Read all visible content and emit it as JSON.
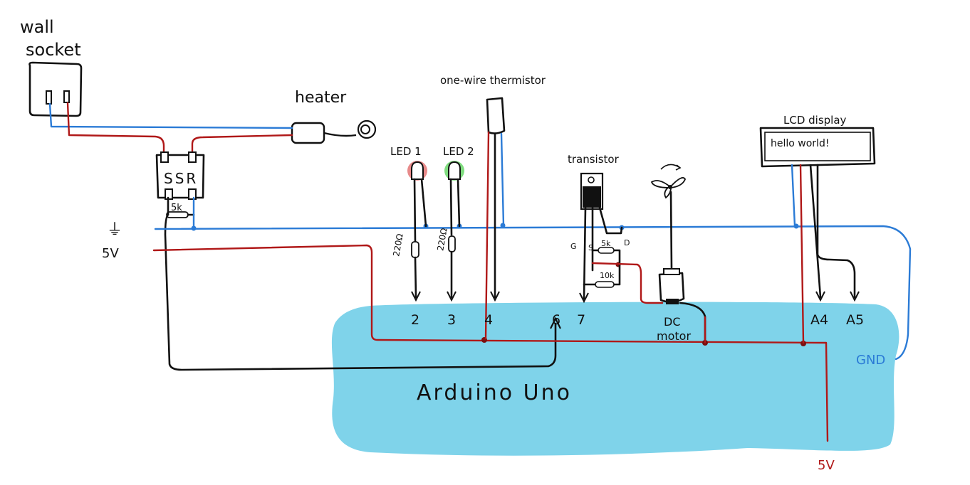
{
  "colors": {
    "board": "#7fd3ea",
    "wire_power": "#b01818",
    "wire_ground": "#2b7bd6",
    "wire_signal": "#111111",
    "led1_glow": "#e88a8a",
    "led2_glow": "#7fdc7f",
    "label_gnd": "#2b7bd6",
    "label_5v_bottom": "#b01818"
  },
  "labels": {
    "wall_socket_line1": "wall",
    "wall_socket_line2": "socket",
    "heater": "heater",
    "thermistor": "one-wire thermistor",
    "led1": "LED 1",
    "led2": "LED 2",
    "transistor": "transistor",
    "lcd": "LCD display",
    "lcd_text": "hello world!",
    "ssr": "SSR",
    "ssr_resistor": "5k",
    "ground_symbol": "⏚",
    "rail_5v": "5V",
    "res_led1": "220Ω",
    "res_led2": "220Ω",
    "transistor_g": "G",
    "transistor_s": "S",
    "transistor_d": "D",
    "res_5k": "5k",
    "res_10k": "10k",
    "motor_line1": "DC",
    "motor_line2": "motor",
    "board_name": "Arduino Uno",
    "gnd": "GND",
    "bottom_5v": "5V"
  },
  "pins": [
    "2",
    "3",
    "4",
    "6",
    "7",
    "A4",
    "A5"
  ],
  "icons": [
    "wall-socket-icon",
    "heater-icon",
    "ssr-icon",
    "thermistor-icon",
    "led-icon",
    "resistor-icon",
    "transistor-icon",
    "fan-icon",
    "dc-motor-icon",
    "lcd-icon",
    "ground-icon"
  ]
}
